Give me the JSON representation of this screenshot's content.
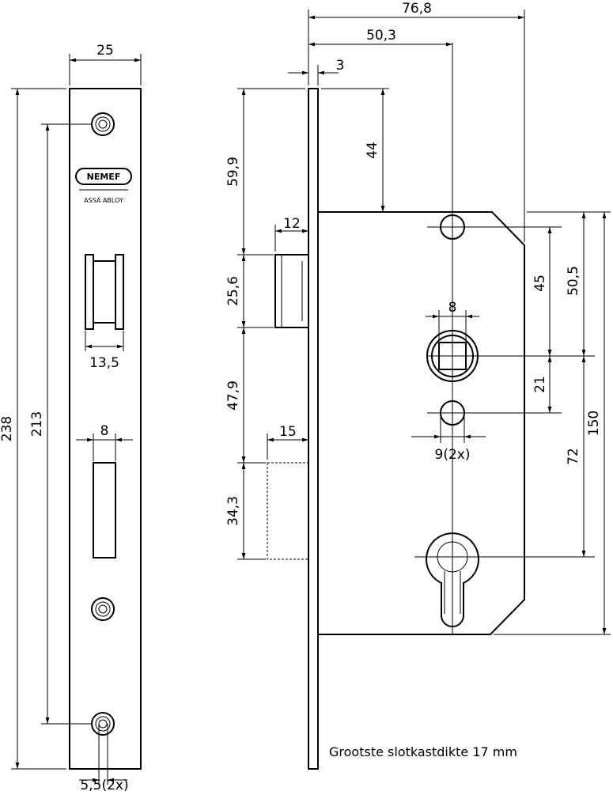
{
  "dimensions": {
    "front_width": "25",
    "front_height": "238",
    "screw_spacing": "213",
    "follower_width": "13,5",
    "bolt_width": "8",
    "screw_hole": "5,5(2x)",
    "total_depth": "76,8",
    "backset": "50,3",
    "faceplate_thickness": "3",
    "latch_top_offset": "59,9",
    "case_top_offset": "44",
    "latch_projection": "12",
    "latch_height": "25,6",
    "latch_to_bolt": "47,9",
    "bolt_projection": "15",
    "bolt_height": "34,3",
    "spindle_square": "8",
    "upper_to_follower": "45",
    "top_to_follower": "50,5",
    "follower_to_lower": "21",
    "fixing_holes": "9(2x)",
    "centre_distance": "72",
    "case_height": "150"
  },
  "logo": {
    "brand": "NEMEF",
    "group": "ASSA ABLOY"
  },
  "note": "Grootste slotkastdikte 17 mm"
}
